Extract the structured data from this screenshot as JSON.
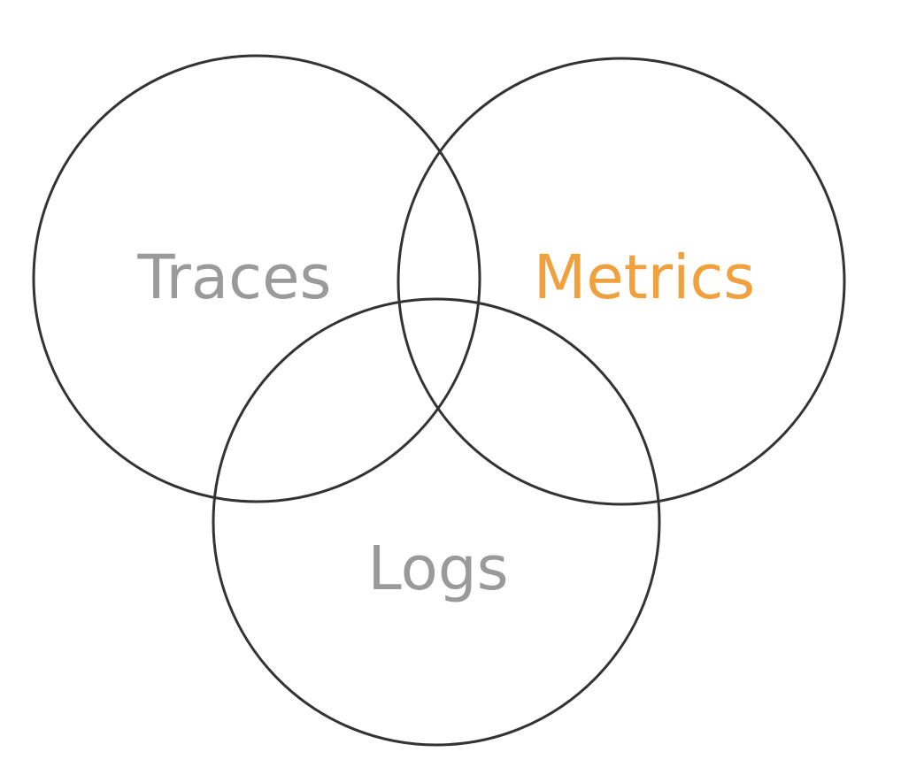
{
  "diagram": {
    "colors": {
      "outline": "#333333",
      "muted_label": "#9a9a9a",
      "highlight_label": "#f0a03c"
    },
    "sets": [
      {
        "id": "traces",
        "label": "Traces",
        "highlighted": false
      },
      {
        "id": "metrics",
        "label": "Metrics",
        "highlighted": true
      },
      {
        "id": "logs",
        "label": "Logs",
        "highlighted": false
      }
    ]
  }
}
